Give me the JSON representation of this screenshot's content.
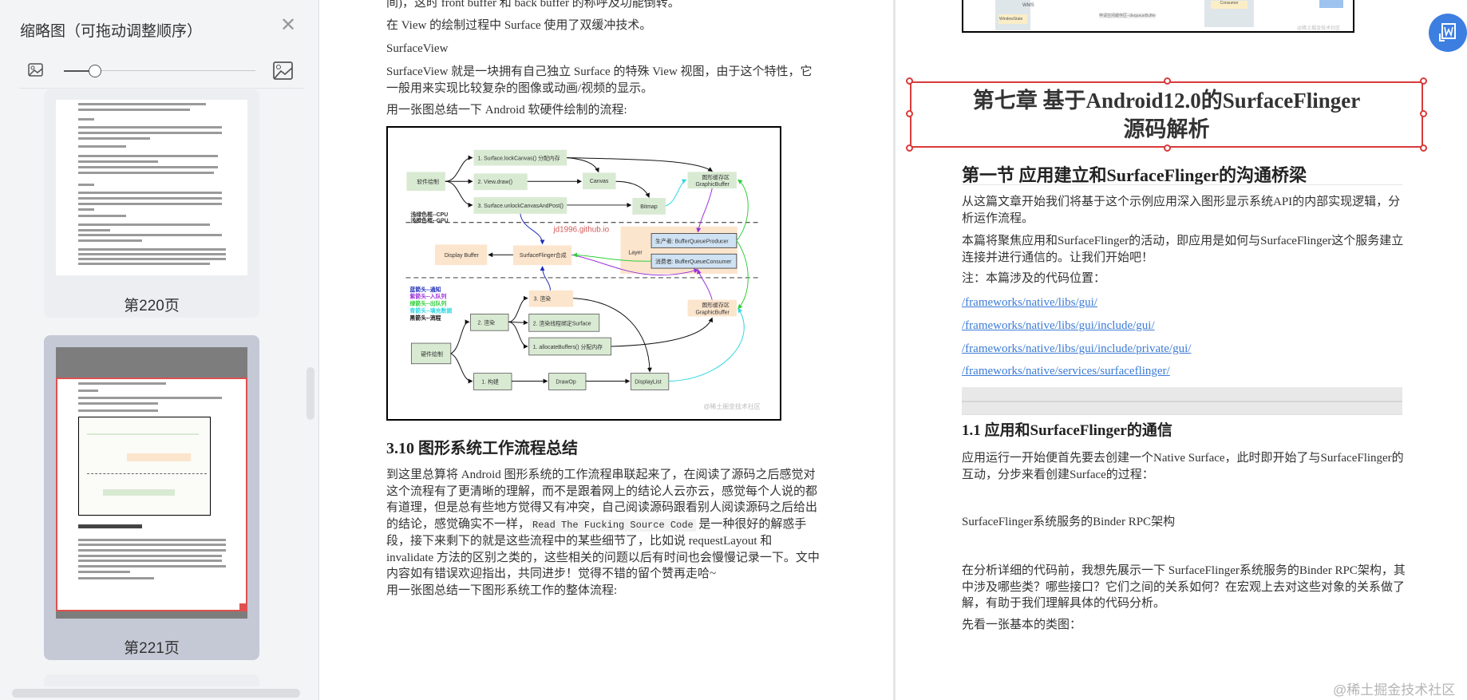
{
  "sidebar": {
    "title": "缩略图（可拖动调整顺序）",
    "close_icon": "close-icon",
    "zoom_level": 0.15,
    "pages": [
      {
        "label": "第220页",
        "selected": false
      },
      {
        "label": "第221页",
        "selected": true
      }
    ]
  },
  "left_page": {
    "top_line": "间)，这时 front buffer 和 back buffer 的称呼及功能倒转。",
    "p1": "在 View 的绘制过程中 Surface 使用了双缓冲技术。",
    "p2": "SurfaceView",
    "p3": "SurfaceView 就是一块拥有自己独立 Surface 的特殊 View 视图，由于这个特性，它一般用来实现比较复杂的图像或动画/视频的显示。",
    "p4": "用一张图总结一下 Android 软硬件绘制的流程:",
    "heading": "3.10 图形系统工作流程总结",
    "p5a": "到这里总算将 Android 图形系统的工作流程串联起来了，在阅读了源码之后感觉对这个流程有了更清晰的理解，而不是跟着网上的结论人云亦云，感觉每个人说的都有道理，但是总有些地方觉得又有冲突，自己阅读源码跟看别人阅读源码之后给出的结论，感觉确实不一样，",
    "p5code": "Read The Fucking Source Code",
    "p5b": " 是一种很好的解惑手段，接下来剩下的就是这些流程中的某些细节了，比如说 requestLayout 和 invalidate 方法的区别之类的，这些相关的问题以后有时间也会慢慢记录一下。文中内容如有错误欢迎指出，共同进步！觉得不错的留个赞再走哈~",
    "p6": "用一张图总结一下图形系统工作的整体流程:"
  },
  "diagram": {
    "sw": "软件绘制",
    "lock": "1. Surface.lockCanvas() 分配内存",
    "draw": "2. View.draw()",
    "unlock": "3. Surface.unlockCanvasAndPost()",
    "canvas": "Canvas",
    "bitmap": "Bitmap",
    "gb1": "图形缓存区",
    "gb2": "GraphicBuffer",
    "legend_cpu": "浅绿色框--CPU",
    "legend_gpu": "浅橙色框--GPU",
    "site": "jd1996.github.io",
    "layer": "Layer",
    "producer": "生产者: BufferQueueProducer",
    "consumer": "消费者: BufferQueueConsumer",
    "display_buffer": "Display Buffer",
    "sf": "SurfaceFlinger合成",
    "legend_blue": "蓝箭头--通知",
    "legend_purple": "紫箭头--入队列",
    "legend_green": "绿箭头--出队列",
    "legend_cyan": "青箭头--填充数据",
    "legend_black": "黑箭头--流程",
    "render3": "3. 渲染",
    "render2": "2. 渲染",
    "bind": "2. 渲染线程绑定Surface",
    "alloc": "1. allocateBuffers() 分配内存",
    "hw": "硬件绘制",
    "build": "1. 构建",
    "drawop": "DrawOp",
    "displaylist": "DisplayList",
    "watermark": "@稀土掘金技术社区",
    "colors": {
      "green_box": "#d9ead3",
      "orange_box": "#fce5cd",
      "blue_box": "#cfe2f3",
      "blue_arrow": "#1f2fb8",
      "purple_arrow": "#9b30d9",
      "green_arrow": "#2fcf3a",
      "cyan_arrow": "#2fd6e0"
    }
  },
  "right_page": {
    "top_image_labels": {
      "wms": "WMS",
      "window_state": "WindowState",
      "dequeue": "申请空闲缓存区--dequeueBuffer",
      "consumer": "Consumer",
      "watermark": "@稀土掘金技术社区"
    },
    "chapter_title_1": "第七章 基于Android12.0的SurfaceFlinger",
    "chapter_title_2": "源码解析",
    "section_title": "第一节 应用建立和SurfaceFlinger的沟通桥梁",
    "p1": "从这篇文章开始我们将基于这个示例应用深入图形显示系统API的内部实现逻辑，分析运作流程。",
    "p2": "本篇将聚焦应用和SurfaceFlinger的活动，即应用是如何与SurfaceFlinger这个服务建立连接并进行通信的。让我们开始吧！",
    "p3": "注：本篇涉及的代码位置：",
    "links": [
      "/frameworks/native/libs/gui/",
      "/frameworks/native/libs/gui/include/gui/",
      "/frameworks/native/libs/gui/include/private/gui/",
      "/frameworks/native/services/surfaceflinger/"
    ],
    "sub_heading": "1.1 应用和SurfaceFlinger的通信",
    "p4": "应用运行一开始便首先要去创建一个Native Surface，此时即开始了与SurfaceFlinger的互动，分步来看创建Surface的过程：",
    "p5": "SurfaceFlinger系统服务的Binder RPC架构",
    "p6": "在分析详细的代码前，我想先展示一下 SurfaceFlinger系统服务的Binder RPC架构，其中涉及哪些类？哪些接口？它们之间的关系如何？在宏观上去对这些对象的关系做了解，有助于我们理解具体的代码分析。",
    "p7": "先看一张基本的类图：",
    "fab_icon": "convert-to-word-icon",
    "watermark": "@稀土掘金技术社区"
  },
  "colors": {
    "selection_red": "#d93a3a",
    "link_blue": "#3b7bd6",
    "fab_blue": "#3d7fe0",
    "selected_card": "#c5c9d6"
  }
}
